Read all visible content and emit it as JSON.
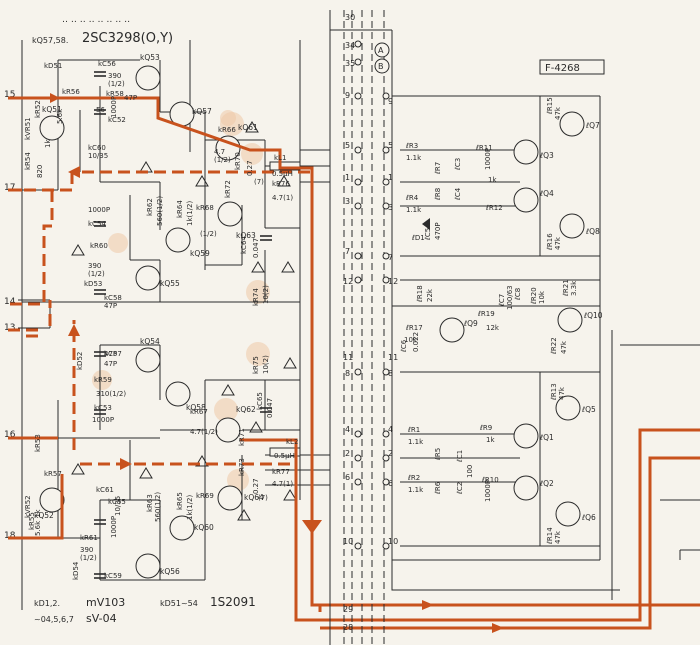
{
  "header": {
    "transistor_types": "2SC3298(O,Y)",
    "top_ref": "kQ57,58.",
    "board": "F-4268"
  },
  "terminals": {
    "left": [
      "15",
      "17",
      "14",
      "13",
      "16",
      "18"
    ],
    "connector_top": [
      "30",
      "34",
      "35",
      "9"
    ],
    "connector_right": [
      "5",
      "1",
      "3",
      "7",
      "12",
      "8",
      "4",
      "2",
      "6",
      "10",
      "11",
      "29",
      "28"
    ],
    "circled": [
      "A",
      "B"
    ]
  },
  "upper_channel": {
    "transistors": [
      "kQ53",
      "kQ51",
      "kQ57",
      "kQ61",
      "kQ63",
      "kQ59",
      "kQ55"
    ],
    "labels": [
      "kD51",
      "kC56",
      "390",
      "(1/2)",
      "kR56",
      "kR58",
      "56",
      "47P",
      "kC52",
      "1000P",
      "kR52",
      "5.6k",
      "kVR51",
      "1k",
      "kC60",
      "10/35",
      "kR54",
      "820",
      "kR66",
      "4.7",
      "(1/2)",
      "kR70",
      "0.27",
      "(7)",
      "kL1",
      "0.5μH",
      "kR76",
      "4.7(1)",
      "kR62",
      "560(1/2)",
      "kR64",
      "1k(1/2)",
      "kR72",
      "kR68",
      "(1/2)",
      "1000P",
      "kC54",
      "kR60",
      "390",
      "(1/2)",
      "kD53",
      "kC58",
      "47P",
      "kC64",
      "0.047",
      "kR74",
      "10(2)"
    ]
  },
  "lower_channel": {
    "transistors": [
      "kQ54",
      "kQ58",
      "kQ62",
      "kQ64",
      "kQ60",
      "kQ56",
      "kQ52"
    ],
    "labels": [
      "kC57",
      "kD52",
      "47P",
      "kR59",
      "310(1/2)",
      "kC53",
      "1000P",
      "kR75",
      "10(2)",
      "kC65",
      "0.047",
      "kR67",
      "4.7(1/2)",
      "kR71",
      "kL2",
      "0.5μH",
      "kR77",
      "4.7(1)",
      "kR73",
      "0.27",
      "(7)",
      "kR69",
      "kR63",
      "560(1/2)",
      "kR65",
      "1k(1/2)",
      "kR53",
      "kR57",
      "kVR52",
      "1k",
      "kR55",
      "5.6k",
      "kC61",
      "10/35",
      "kC55",
      "1000P",
      "kR61",
      "390",
      "(1/2)",
      "kD54",
      "kC59",
      "47P"
    ]
  },
  "protection_board": {
    "transistors": [
      "ℓQ7",
      "ℓQ3",
      "ℓQ4",
      "ℓQ8",
      "ℓQ9",
      "ℓQ10",
      "ℓQ5",
      "ℓQ1",
      "ℓQ2",
      "ℓQ6"
    ],
    "labels": [
      "ℓR15",
      "47k",
      "ℓR3",
      "1.1k",
      "ℓR7",
      "ℓC3",
      "ℓR11",
      "1000P",
      "1k",
      "ℓR4",
      "1.1k",
      "ℓR8",
      "ℓC4",
      "ℓR12",
      "ℓR16",
      "47k",
      "ℓD1",
      "ℓC5",
      "470P",
      "ℓR18",
      "22k",
      "ℓR17",
      "10k",
      "ℓC6",
      "0.022",
      "ℓR19",
      "12k",
      "ℓC7",
      "ℓC8",
      "100/63",
      "ℓR20",
      "10k",
      "ℓR21",
      "3.3k",
      "ℓR22",
      "47k",
      "ℓR13",
      "47k",
      "ℓR1",
      "1.1k",
      "ℓR5",
      "ℓC1",
      "ℓR9",
      "1k",
      "ℓR2",
      "1.1k",
      "ℓR6",
      "ℓC2",
      "ℓR10",
      "1000P",
      "ℓR14",
      "47k",
      "100"
    ]
  },
  "footer": {
    "left": [
      "kD1,2.",
      "~04,5,6,7"
    ],
    "ic_labels": [
      "mV103",
      "sV-04"
    ],
    "range": "kD51~54",
    "ic": "1S2091"
  },
  "colors": {
    "paper": "#f6f3ec",
    "ink": "#2b2b2b",
    "signal": "#c8521d",
    "highlight": "#efc9a8"
  }
}
